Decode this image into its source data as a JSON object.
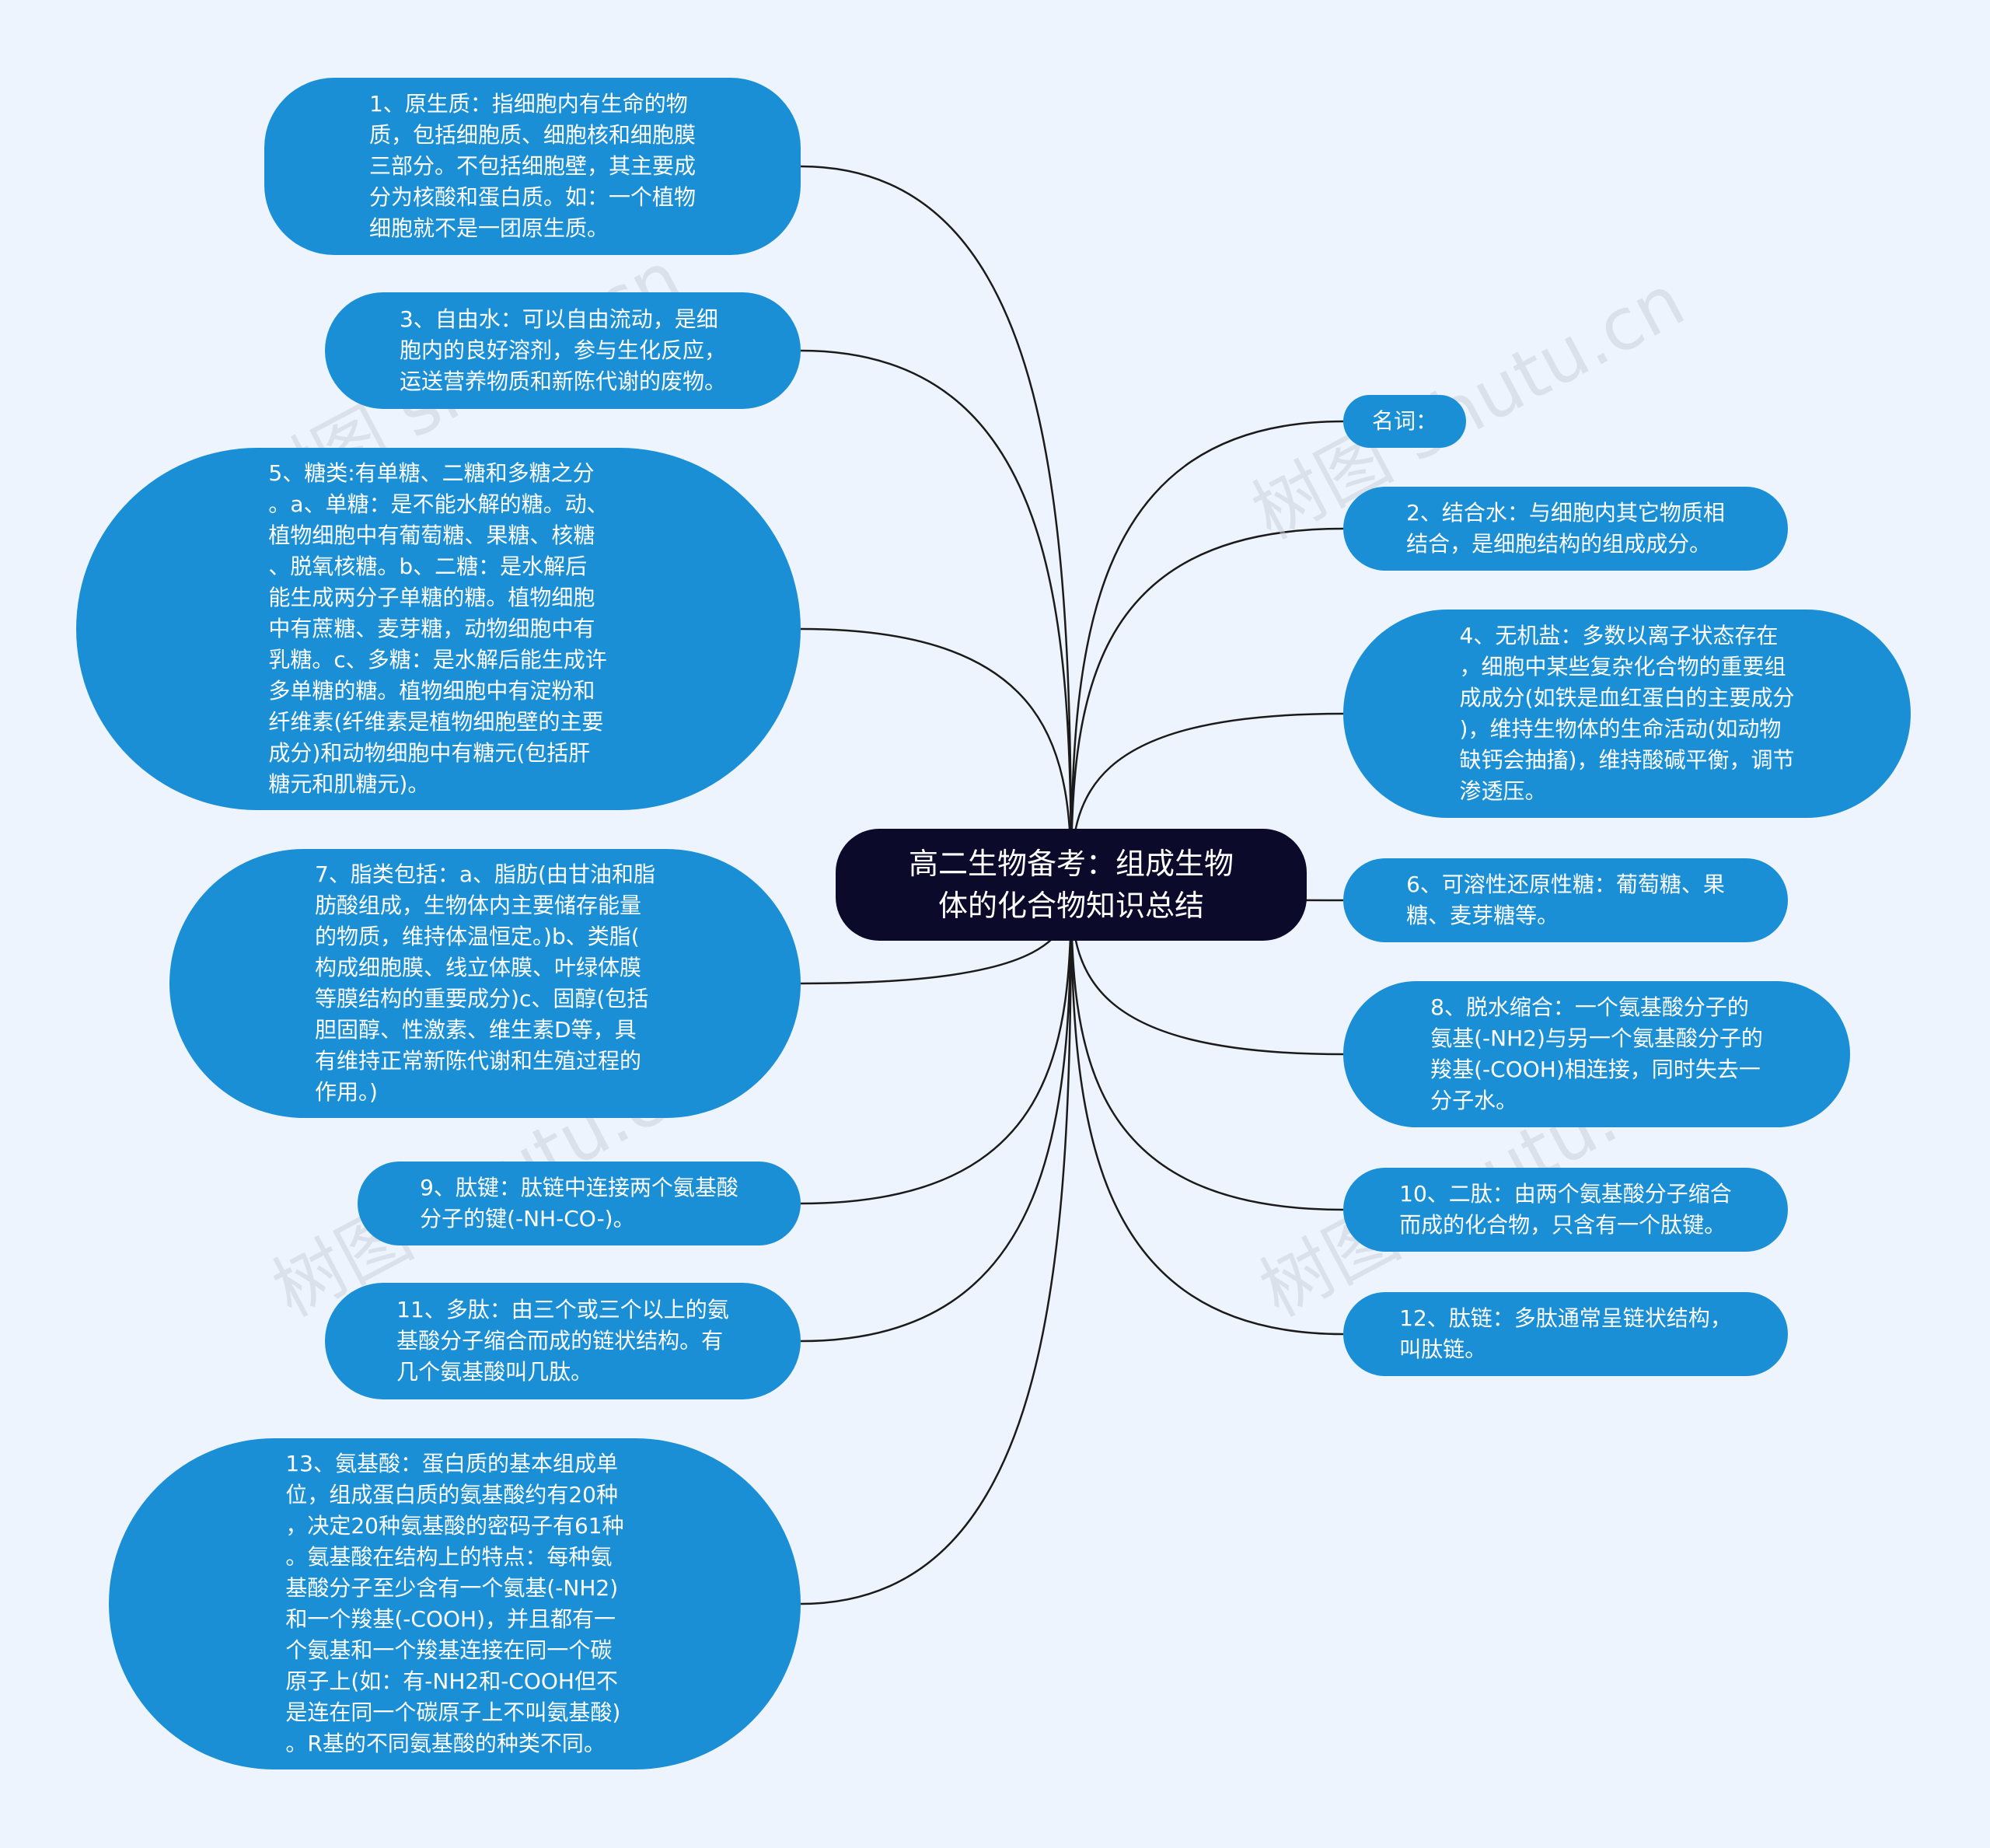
{
  "colors": {
    "background": "#eef4fd",
    "node": "#1a8fd6",
    "center": "#0b0a2a",
    "link": "#1b1b1b"
  },
  "center": {
    "text": "高二生物备考：组成生物\n体的化合物知识总结"
  },
  "watermark": "树图 shutu.cn",
  "left": [
    {
      "id": "n1",
      "text": "1、原生质：指细胞内有生命的物\n质，包括细胞质、细胞核和细胞膜\n三部分。不包括细胞壁，其主要成\n分为核酸和蛋白质。如：一个植物\n细胞就不是一团原生质。"
    },
    {
      "id": "n3",
      "text": "3、自由水：可以自由流动，是细\n胞内的良好溶剂，参与生化反应，\n运送营养物质和新陈代谢的废物。"
    },
    {
      "id": "n5",
      "text": "5、糖类:有单糖、二糖和多糖之分\n。a、单糖：是不能水解的糖。动、\n植物细胞中有葡萄糖、果糖、核糖\n、脱氧核糖。b、二糖：是水解后\n能生成两分子单糖的糖。植物细胞\n中有蔗糖、麦芽糖，动物细胞中有\n乳糖。c、多糖：是水解后能生成许\n多单糖的糖。植物细胞中有淀粉和\n纤维素(纤维素是植物细胞壁的主要\n成分)和动物细胞中有糖元(包括肝\n糖元和肌糖元)。"
    },
    {
      "id": "n7",
      "text": "7、脂类包括：a、脂肪(由甘油和脂\n肪酸组成，生物体内主要储存能量\n的物质，维持体温恒定。)b、类脂(\n构成细胞膜、线立体膜、叶绿体膜\n等膜结构的重要成分)c、固醇(包括\n胆固醇、性激素、维生素D等，具\n有维持正常新陈代谢和生殖过程的\n作用。)"
    },
    {
      "id": "n9",
      "text": "9、肽键：肽链中连接两个氨基酸\n分子的键(-NH-CO-)。"
    },
    {
      "id": "n11",
      "text": "11、多肽：由三个或三个以上的氨\n基酸分子缩合而成的链状结构。有\n几个氨基酸叫几肽。"
    },
    {
      "id": "n13",
      "text": "13、氨基酸：蛋白质的基本组成单\n位，组成蛋白质的氨基酸约有20种\n，决定20种氨基酸的密码子有61种\n。氨基酸在结构上的特点：每种氨\n基酸分子至少含有一个氨基(-NH2)\n和一个羧基(-COOH)，并且都有一\n个氨基和一个羧基连接在同一个碳\n原子上(如：有-NH2和-COOH但不\n是连在同一个碳原子上不叫氨基酸)\n。R基的不同氨基酸的种类不同。"
    }
  ],
  "right": [
    {
      "id": "n0",
      "text": "名词："
    },
    {
      "id": "n2",
      "text": "2、结合水：与细胞内其它物质相\n结合，是细胞结构的组成成分。"
    },
    {
      "id": "n4",
      "text": "4、无机盐：多数以离子状态存在\n，细胞中某些复杂化合物的重要组\n成成分(如铁是血红蛋白的主要成分\n)，维持生物体的生命活动(如动物\n缺钙会抽搐)，维持酸碱平衡，调节\n渗透压。"
    },
    {
      "id": "n6",
      "text": "6、可溶性还原性糖：葡萄糖、果\n糖、麦芽糖等。"
    },
    {
      "id": "n8",
      "text": "8、脱水缩合：一个氨基酸分子的\n氨基(-NH2)与另一个氨基酸分子的\n羧基(-COOH)相连接，同时失去一\n分子水。"
    },
    {
      "id": "n10",
      "text": "10、二肽：由两个氨基酸分子缩合\n而成的化合物，只含有一个肽键。"
    },
    {
      "id": "n12",
      "text": "12、肽链：多肽通常呈链状结构，\n叫肽链。"
    }
  ]
}
